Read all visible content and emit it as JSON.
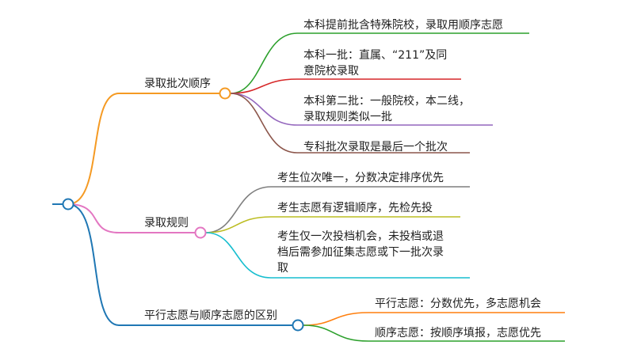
{
  "root": {
    "label": ""
  },
  "branches": [
    {
      "id": "b1",
      "label": "录取批次顺序",
      "color": "#f59a23",
      "children": [
        {
          "lines": [
            "本科提前批含特殊院校，录取用顺序志愿"
          ],
          "color": "#2ca02c"
        },
        {
          "lines": [
            "本科一批：直属、“211”及同",
            "意院校录取"
          ],
          "color": "#d62728"
        },
        {
          "lines": [
            "本科第二批：一般院校，本二线，",
            "录取规则类似一批"
          ],
          "color": "#9467bd"
        },
        {
          "lines": [
            "专科批次录取是最后一个批次"
          ],
          "color": "#8c564b"
        }
      ]
    },
    {
      "id": "b2",
      "label": "录取规则",
      "color": "#e377c2",
      "children": [
        {
          "lines": [
            "考生位次唯一，分数决定排序优先"
          ],
          "color": "#7f7f7f"
        },
        {
          "lines": [
            "考生志愿有逻辑顺序，先检先投"
          ],
          "color": "#bcbd22"
        },
        {
          "lines": [
            "考生仅一次投档机会，未投档或退",
            "档后需参加征集志愿或下一批次录",
            "取"
          ],
          "color": "#17becf"
        }
      ]
    },
    {
      "id": "b3",
      "label": "平行志愿与顺序志愿的区别",
      "color": "#1f77b4",
      "children": [
        {
          "lines": [
            "平行志愿：分数优先，多志愿机会"
          ],
          "color": "#ff7f0e"
        },
        {
          "lines": [
            "顺序志愿：按顺序填报，志愿优先"
          ],
          "color": "#2ca02c"
        }
      ]
    }
  ]
}
